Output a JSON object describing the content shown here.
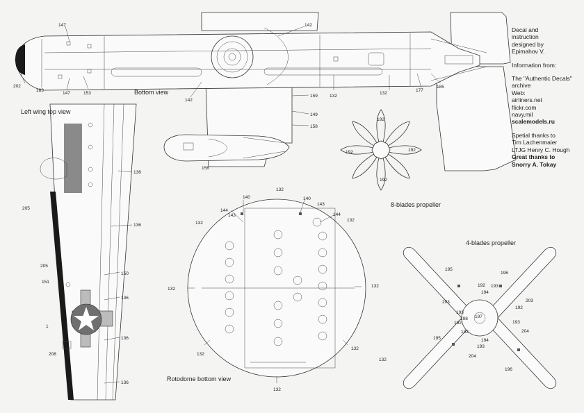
{
  "views": {
    "bottom": "Bottom view",
    "left_wing_top": "Left wing top view",
    "rotodome_bottom": "Rotodome bottom view",
    "prop8": "8-blades propeller",
    "prop4": "4-blades propeller"
  },
  "credits": {
    "l1": "Decal and",
    "l2": "instruction",
    "l3": "designed by",
    "l4": "Epimahov V.",
    "info": "Information from:",
    "a1": "The \"Authentic Decals\"",
    "a2": "archive",
    "web": "Web:",
    "w1": "airliners.net",
    "w2": "flickr.com",
    "w3": "navy.mil",
    "w4": "scalemodels.ru",
    "t1": "Spetial thanks to",
    "t2": "Tim Lachenmaier",
    "t3": "LTJG Henry C. Hough",
    "t4": "Great thanks to",
    "t5": "Snorry A. Tokay"
  },
  "callouts": {
    "fus": [
      "147",
      "142",
      "202",
      "183",
      "147",
      "153",
      "142",
      "132",
      "132",
      "177",
      "185",
      "159",
      "149",
      "158",
      "156"
    ],
    "wing": [
      "136",
      "205",
      "136",
      "205",
      "150",
      "151",
      "136",
      "1",
      "136",
      "208",
      "136"
    ],
    "dome": [
      "132",
      "140",
      "140",
      "143",
      "144",
      "144",
      "143",
      "132",
      "132",
      "132",
      "132",
      "132",
      "132",
      "132",
      "132"
    ],
    "p8": [
      "192",
      "192",
      "192",
      "192"
    ],
    "p4": [
      "195",
      "196",
      "193",
      "192",
      "203",
      "192",
      "193",
      "194",
      "203",
      "198",
      "197",
      "192",
      "193",
      "192",
      "193",
      "195",
      "194",
      "204",
      "204",
      "196"
    ]
  }
}
